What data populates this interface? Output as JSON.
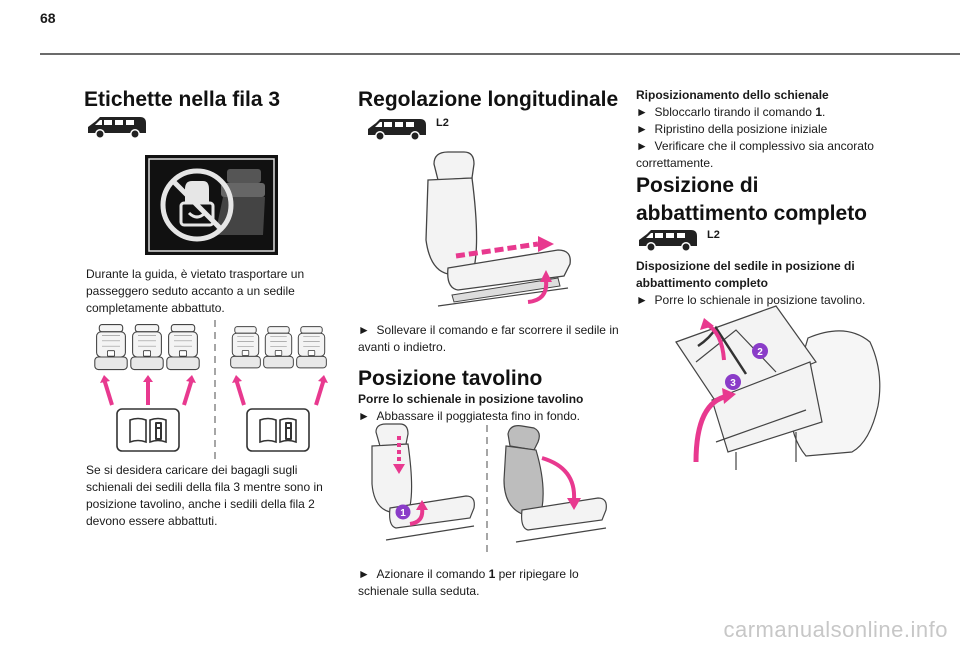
{
  "page_number": "68",
  "col1": {
    "title": "Etichette nella fila 3",
    "para1": "Durante la guida, è vietato trasportare un passeggero seduto accanto a un sedile completamente abbattuto.",
    "para2": "Se si desidera caricare dei bagagli sugli schienali dei sedili della fila 3 mentre sono in posizione tavolino, anche i sedili della fila 2 devono essere abbattuti."
  },
  "col2": {
    "title": "Regolazione longitudinale",
    "variant_label": "L2",
    "step1": "Sollevare il comando e far scorrere il sedile in avanti o indietro.",
    "section2_title": "Posizione tavolino",
    "section2_subtitle": "Porre lo schienale in posizione tavolino",
    "step2": "Abbassare il poggiatesta fino in fondo.",
    "callout_1": "1",
    "step3_prefix": "Azionare il comando ",
    "step3_bold": "1",
    "step3_suffix": " per ripiegare lo schienale sulla seduta."
  },
  "col3": {
    "subtitle1": "Riposizionamento dello schienale",
    "step1_prefix": "Sbloccarlo tirando il comando ",
    "step1_bold": "1",
    "step1_suffix": ".",
    "step2": "Ripristino della posizione iniziale",
    "step3": "Verificare che il complessivo sia ancorato correttamente.",
    "title": "Posizione di abbattimento completo",
    "variant_label": "L2",
    "subtitle2": "Disposizione del sedile in posizione di abbattimento completo",
    "step4": "Porre lo schienale in posizione tavolino.",
    "callout_2": "2",
    "callout_3": "3"
  },
  "watermark": "carmanualsonline.info",
  "colors": {
    "accent": "#e8398f",
    "ink": "#1a1a1a",
    "rule": "#6b6b6b"
  }
}
